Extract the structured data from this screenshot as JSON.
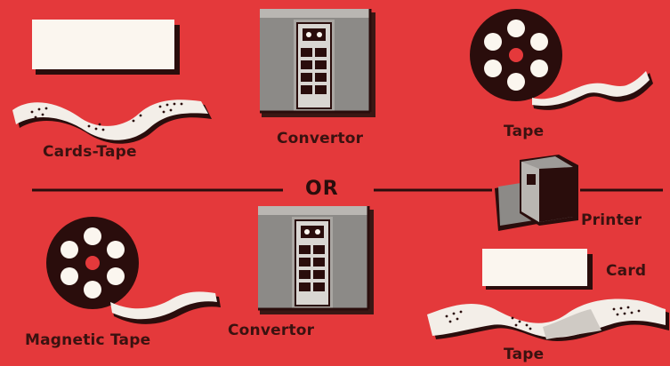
{
  "labels": {
    "cards_tape": "Cards-Tape",
    "convertor_top": "Convertor",
    "tape_top": "Tape",
    "or": "OR",
    "printer": "Printer",
    "card": "Card",
    "magnetic_tape": "Magnetic Tape",
    "convertor_bottom": "Convertor",
    "tape_bottom": "Tape"
  },
  "colors": {
    "background": "#e4393b",
    "ink": "#2a0d0c",
    "card": "#fbf6ef",
    "tape": "#f3eee8"
  }
}
